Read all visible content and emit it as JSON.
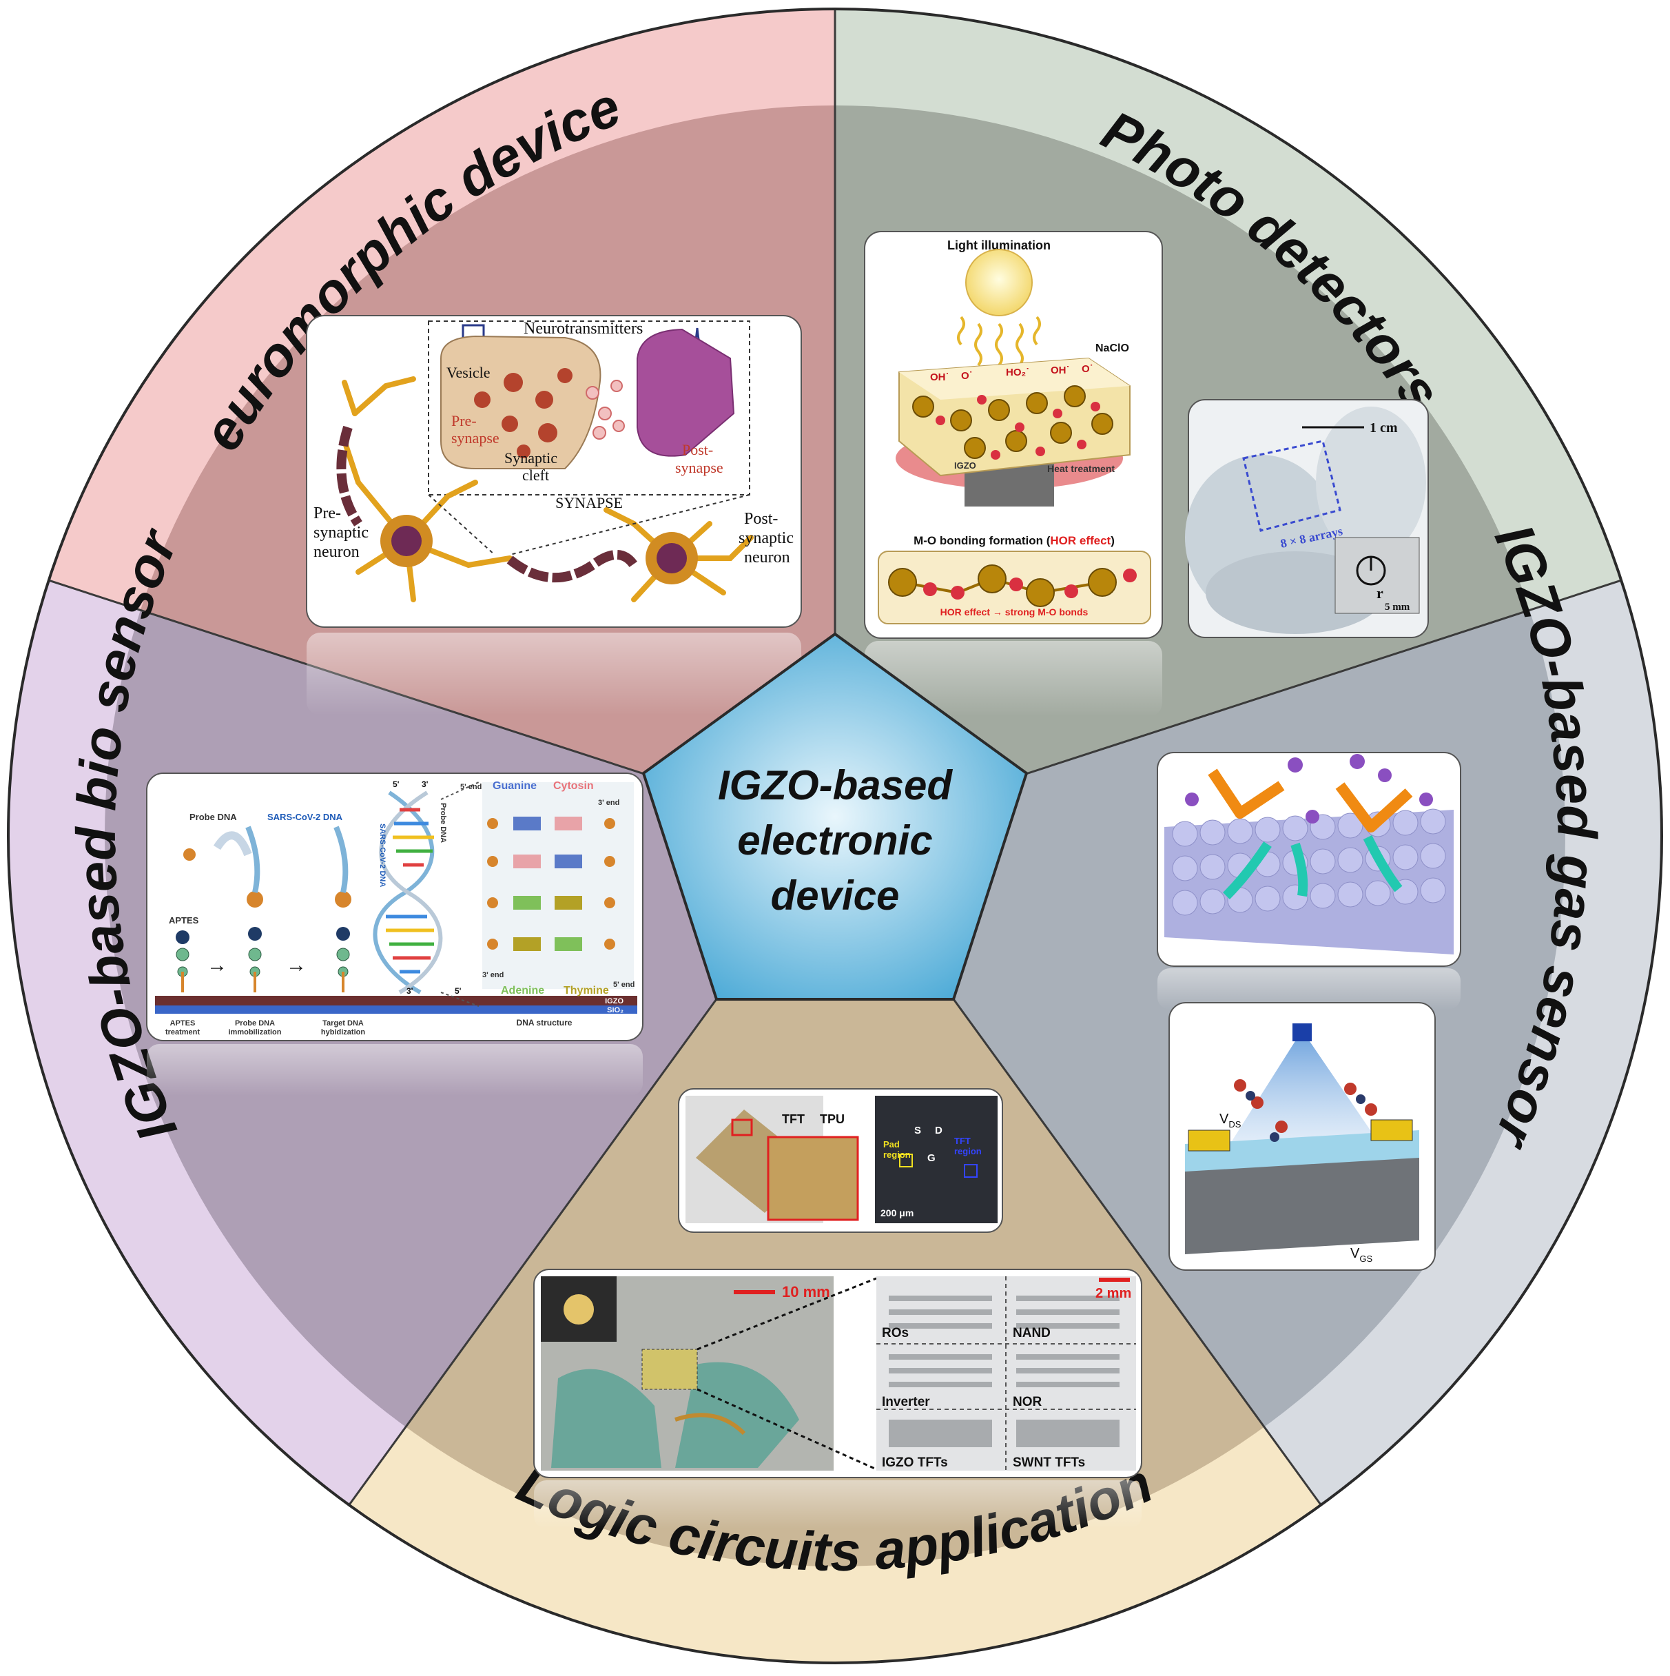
{
  "center": {
    "line1": "IGZO-based",
    "line2": "electronic",
    "line3": "device"
  },
  "colors": {
    "neuromorphic": "#c99897",
    "photo": "#a2aaa0",
    "gas": "#a9b0b9",
    "logic": "#cab797",
    "bio": "#ae9fb5",
    "center": "#63b7df"
  },
  "sectors": {
    "neuromorphic": {
      "title": "Neuromorphic devices",
      "labels": {
        "neurotransmitters": "Neurotransmitters",
        "vesicle": "Vesicle",
        "pre_synapse_1": "Pre-",
        "pre_synapse_2": "synapse",
        "synaptic_cleft_1": "Synaptic",
        "synaptic_cleft_2": "cleft",
        "post_synapse_1": "Post-",
        "post_synapse_2": "synapse",
        "synapse": "SYNAPSE",
        "pre_neuron_1": "Pre-",
        "pre_neuron_2": "synaptic",
        "pre_neuron_3": "neuron",
        "post_neuron_1": "Post-",
        "post_neuron_2": "synaptic",
        "post_neuron_3": "neuron"
      }
    },
    "photo": {
      "title": "Photo detectors",
      "labels": {
        "light": "Light illumination",
        "naclo": "NaClO",
        "oh1": "OH˙",
        "o1": "O˙",
        "ho2": "HO₂˙",
        "oh2": "OH˙",
        "o2": "O˙",
        "igzo": "IGZO",
        "heat": "Heat treatment",
        "mo_prefix": "M-O bonding formation (",
        "mo_hor": "HOR effect",
        "mo_suffix": ")",
        "hor_strong": "HOR effect → strong M-O bonds",
        "scale_1cm": "1 cm",
        "arrays": "8 × 8 arrays",
        "scale_5mm": "5 mm",
        "r_label": "r"
      }
    },
    "gas": {
      "title": "IGZO-based gas sensor",
      "labels": {
        "vds": "V",
        "vds_sub": "DS",
        "vgs": "V",
        "vgs_sub": "GS"
      }
    },
    "logic": {
      "title": "Logic circuits application",
      "labels": {
        "tft": "TFT",
        "tpu": "TPU",
        "pad": "Pad",
        "pad2": "region",
        "tftreg": "TFT",
        "tftreg2": "region",
        "s": "S",
        "d": "D",
        "g": "G",
        "scale_200": "200 μm",
        "scale_10mm": "10 mm",
        "scale_2mm": "2 mm",
        "ros": "ROs",
        "nand": "NAND",
        "inverter": "Inverter",
        "nor": "NOR",
        "igzo_tfts": "IGZO TFTs",
        "swnt_tfts": "SWNT TFTs"
      }
    },
    "bio": {
      "title": "IGZO-based bio sensor",
      "labels": {
        "probe_dna": "Probe DNA",
        "sars_dna": "SARS-CoV-2 DNA",
        "aptes": "APTES",
        "step1a": "APTES",
        "step1b": "treatment",
        "step2a": "Probe DNA",
        "step2b": "immobilization",
        "step3a": "Target DNA",
        "step3b": "hybidization",
        "dna_structure": "DNA structure",
        "five_end": "5' end",
        "three_end": "3' end",
        "guanine": "Guanine",
        "cytosin": "Cytosin",
        "adenine": "Adenine",
        "thymine": "Thymine",
        "igzo": "IGZO",
        "sio2": "SiO₂",
        "five": "5'",
        "three": "3'",
        "helix_sars": "SARS-CoV-2 DNA",
        "helix_probe": "Probe DNA"
      }
    }
  }
}
